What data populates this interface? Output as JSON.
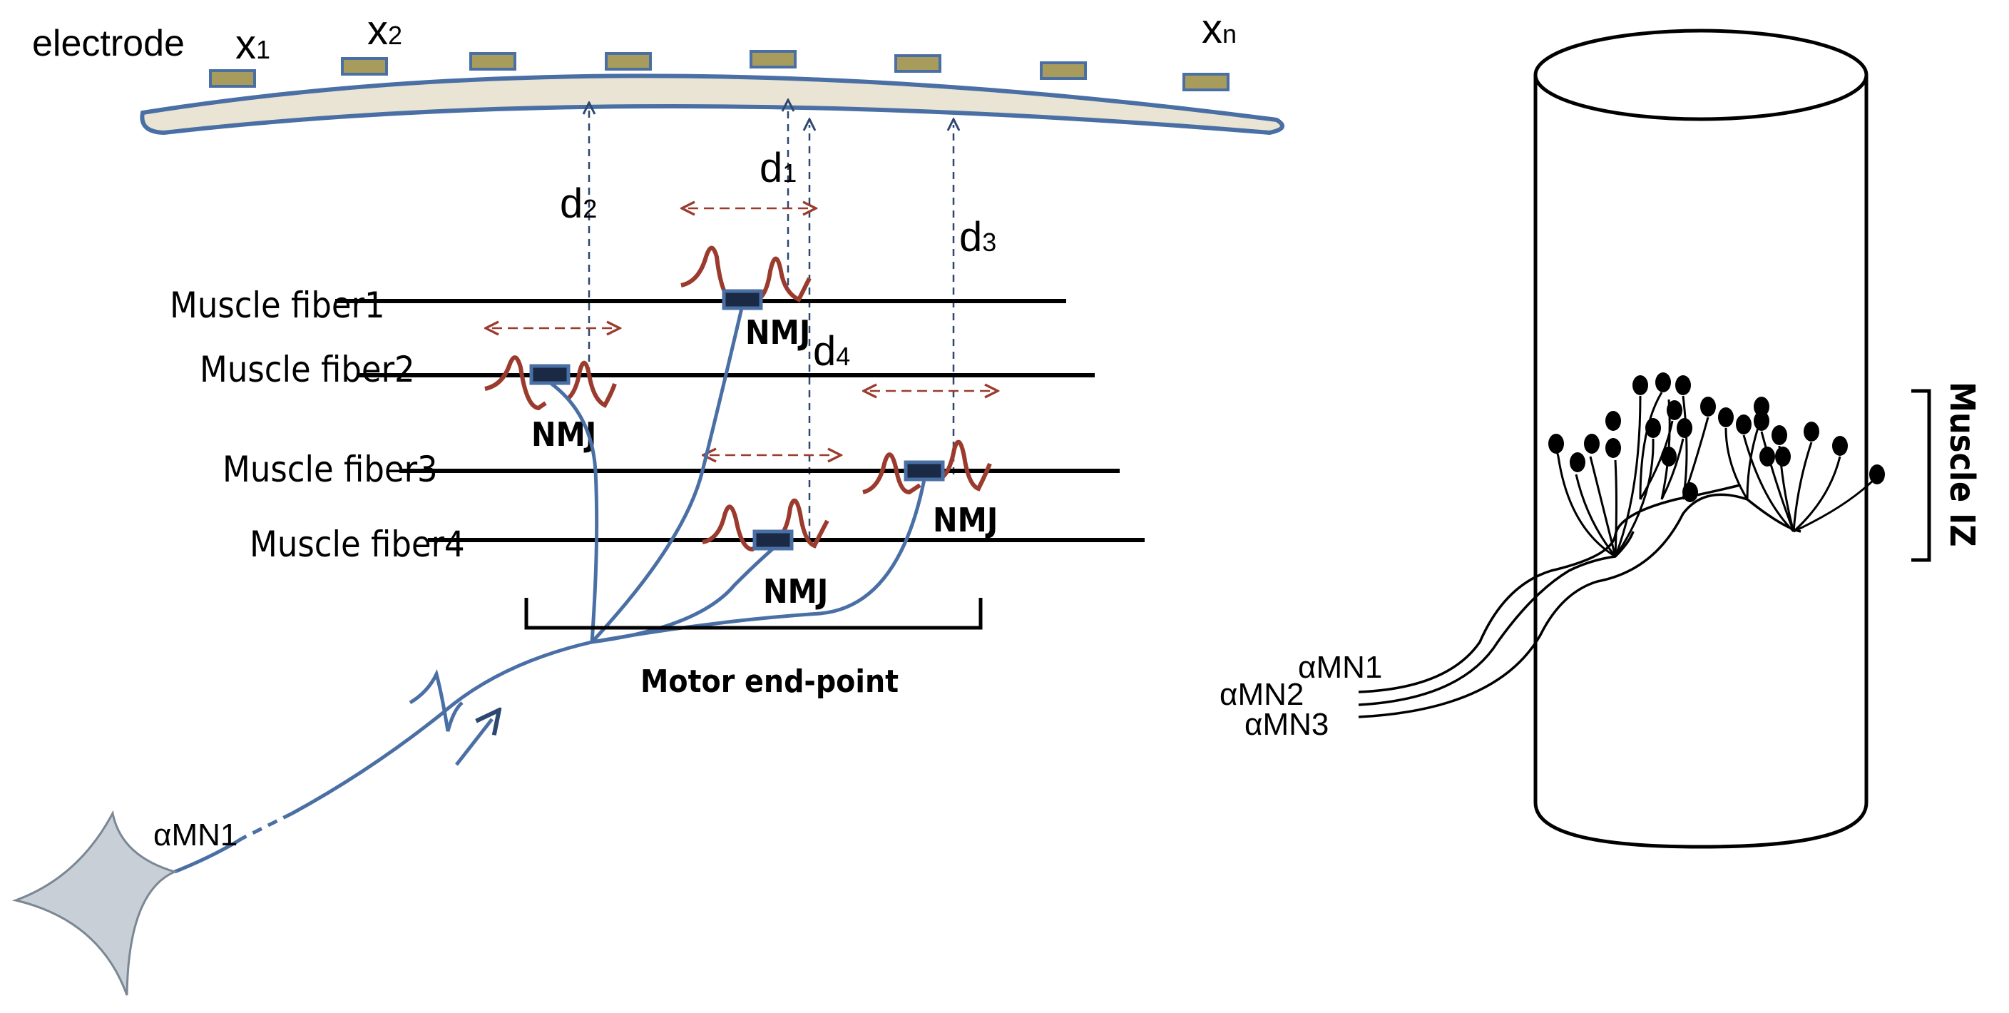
{
  "labels": {
    "electrode": "electrode",
    "x1": "x",
    "x1_sub": "1",
    "x2": "x",
    "x2_sub": "2",
    "xn": "x",
    "xn_sub": "n",
    "d1": "d",
    "d1_sub": "1",
    "d2": "d",
    "d2_sub": "2",
    "d3": "d",
    "d3_sub": "3",
    "d4": "d",
    "d4_sub": "4",
    "fiber1": "Muscle fiber1",
    "fiber2": "Muscle fiber2",
    "fiber3": "Muscle fiber3",
    "fiber4": "Muscle fiber4",
    "nmj1": "NMJ",
    "nmj2": "NMJ",
    "nmj3": "NMJ",
    "nmj4": "NMJ",
    "motor_end_point": "Motor end-point",
    "amn1_left": "αMN1",
    "amn1_right": "αMN1",
    "amn2_right": "αMN2",
    "amn3_right": "αMN3",
    "muscle_iz": "Muscle IZ"
  },
  "colors": {
    "nerve": "#4a6fa5",
    "electrode_fill": "#e9e4d4",
    "contact_fill": "#a89c5c",
    "signal": "#9a3b2e",
    "line": "#000000",
    "neuron_fill": "#c8cfd6"
  }
}
